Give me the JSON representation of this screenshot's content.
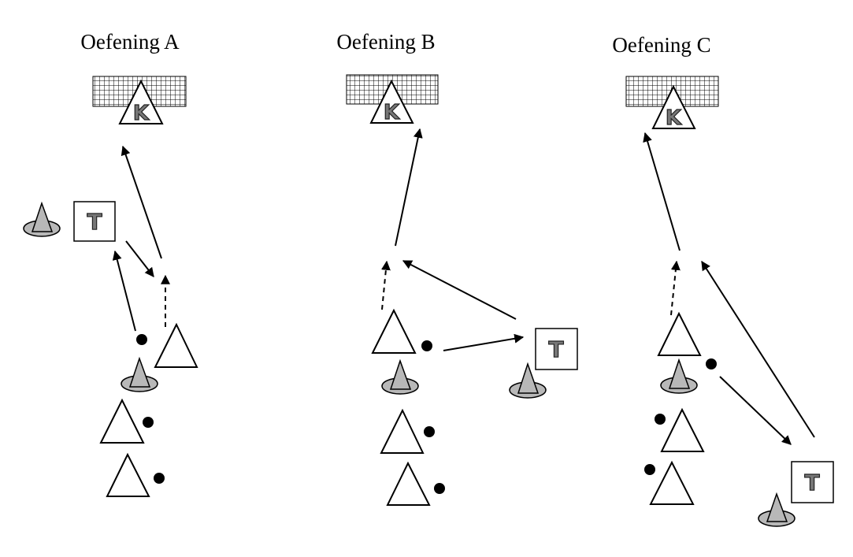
{
  "exercises": [
    {
      "title": "Oefening A",
      "keeper_label": "K",
      "trainer_label": "T"
    },
    {
      "title": "Oefening B",
      "keeper_label": "K",
      "trainer_label": "T"
    },
    {
      "title": "Oefening C",
      "keeper_label": "K",
      "trainer_label": "T"
    }
  ],
  "colors": {
    "cone": "#b8b8b8",
    "label": "#777777",
    "lines": "#000000"
  }
}
